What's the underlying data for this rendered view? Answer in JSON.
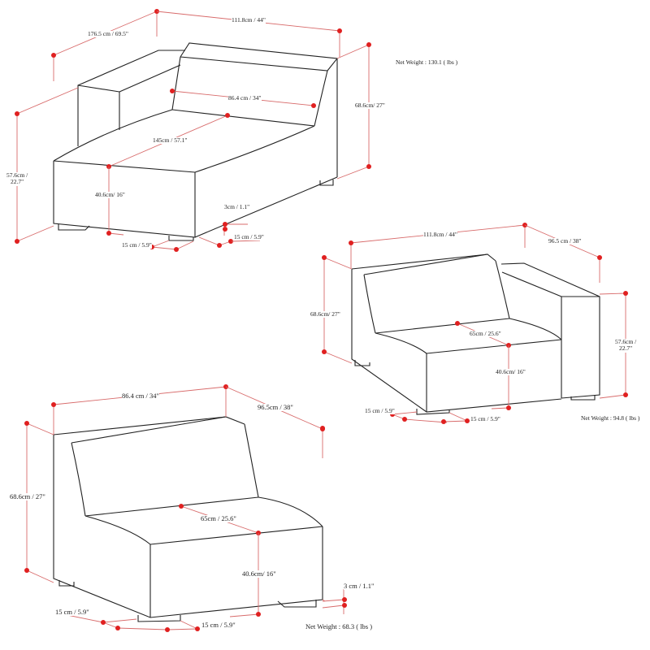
{
  "accent_color": "#e02020",
  "outline_color": "#222222",
  "dimension_line_color": "#d86b6b",
  "diagrams": {
    "chaise": {
      "net_weight": "Net Weight : 130.1 ( lbs )",
      "depth_total": "176.5 cm / 69.5\"",
      "width_total": "111.8cm / 44\"",
      "height_total": "68.6cm/ 27\"",
      "arm_height": "57.6cm /\n22.7\"",
      "arm_height_line1": "57.6cm /",
      "arm_height_line2": "22.7\"",
      "seat_width": "86.4 cm / 34\"",
      "seat_depth": "145cm / 57.1\"",
      "seat_height": "40.6cm/ 16\"",
      "leg_height": "3cm / 1.1\"",
      "leg_width": "15 cm / 5.9\"",
      "leg_depth": "15 cm / 5.9\""
    },
    "corner": {
      "net_weight": "Net Weight : 94.8 ( lbs )",
      "width_total": "111.8cm / 44\"",
      "depth_total": "96.5 cm / 38\"",
      "height_total": "68.6cm/ 27\"",
      "arm_height_line1": "57.6cm /",
      "arm_height_line2": "22.7\"",
      "seat_depth": "65cm / 25.6\"",
      "seat_height": "40.6cm/ 16\"",
      "leg_width": "15 cm / 5.9\"",
      "leg_depth": "15 cm / 5.9\""
    },
    "armless": {
      "net_weight": "Net Weight : 68.3 ( lbs )",
      "width_total": "86.4 cm / 34\"",
      "depth_total": "96.5cm / 38\"",
      "height_total": "68.6cm / 27\"",
      "seat_depth": "65cm / 25.6\"",
      "seat_height": "40.6cm/ 16\"",
      "leg_height": "3 cm / 1.1\"",
      "leg_width": "15 cm / 5.9\"",
      "leg_depth": "15 cm / 5.9\""
    }
  }
}
